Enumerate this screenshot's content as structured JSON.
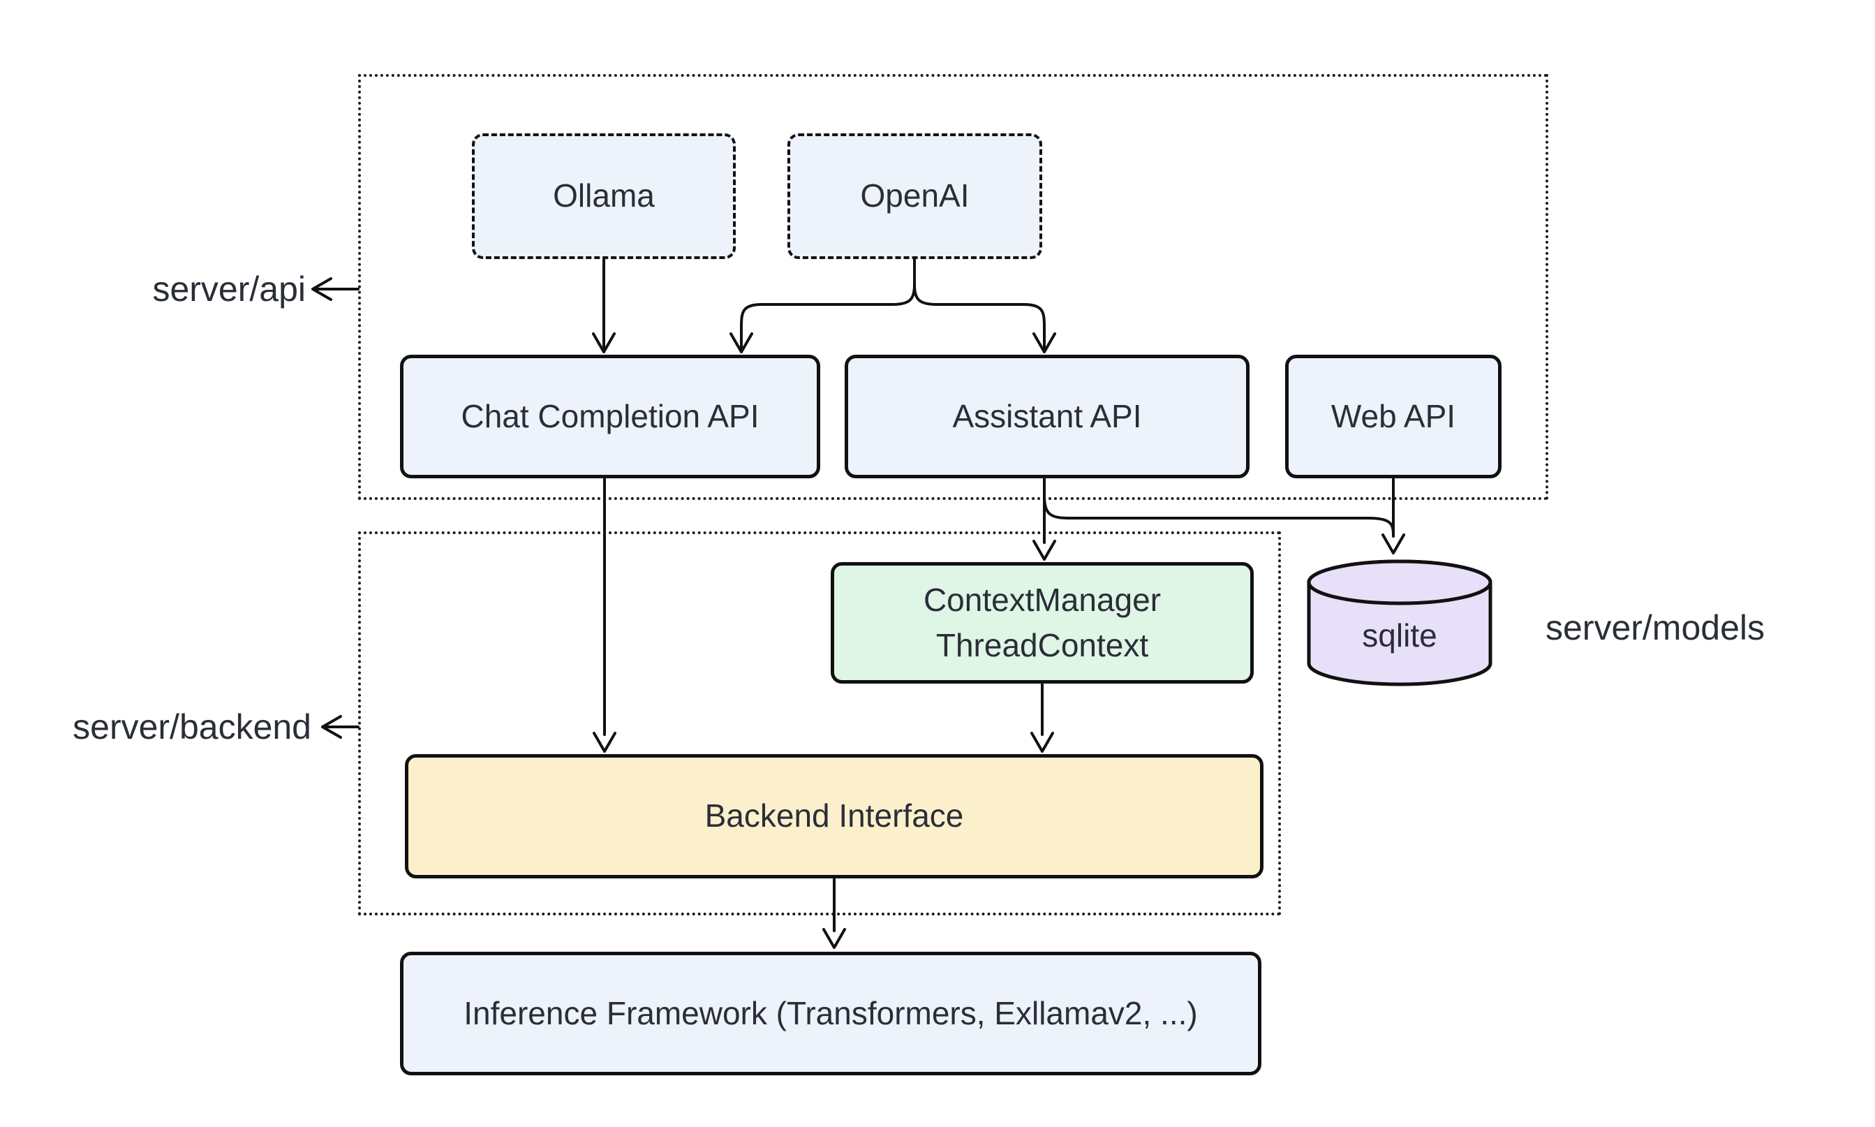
{
  "diagram": {
    "canvas": {
      "background": "#ffffff",
      "line_color": "#111111",
      "container_border_color": "#1a1a1a",
      "text_color": "#2a2e37"
    },
    "groups": {
      "api": {
        "label": "server/api"
      },
      "backend": {
        "label": "server/backend"
      },
      "models": {
        "label": "server/models"
      }
    },
    "nodes": {
      "ollama": {
        "label": "Ollama",
        "fill": "#EDF2FB"
      },
      "openai": {
        "label": "OpenAI",
        "fill": "#EDF2FB"
      },
      "chat_completion_api": {
        "label": "Chat Completion API",
        "fill": "#EDF2FB"
      },
      "assistant_api": {
        "label": "Assistant API",
        "fill": "#EDF2FB"
      },
      "web_api": {
        "label": "Web API",
        "fill": "#EDF2FB"
      },
      "context_manager": {
        "lines": [
          "ContextManager",
          "ThreadContext"
        ],
        "fill": "#DFF5E5"
      },
      "sqlite": {
        "label": "sqlite",
        "fill": "#E8DFF8"
      },
      "backend_interface": {
        "label": "Backend Interface",
        "fill": "#FCF0CC"
      },
      "inference_framework": {
        "label": "Inference Framework (Transformers, Exllamav2, ...)",
        "fill": "#EDF2FB"
      }
    },
    "edges": [
      {
        "from": "Ollama",
        "to": "Chat Completion API"
      },
      {
        "from": "OpenAI",
        "to": "Chat Completion API"
      },
      {
        "from": "OpenAI",
        "to": "Assistant API"
      },
      {
        "from": "Assistant API",
        "to": "ContextManager ThreadContext"
      },
      {
        "from": "Assistant API",
        "to": "sqlite"
      },
      {
        "from": "Web API",
        "to": "sqlite"
      },
      {
        "from": "Chat Completion API",
        "to": "Backend Interface"
      },
      {
        "from": "ContextManager ThreadContext",
        "to": "Backend Interface"
      },
      {
        "from": "Backend Interface",
        "to": "Inference Framework (Transformers, Exllamav2, ...)"
      }
    ]
  }
}
